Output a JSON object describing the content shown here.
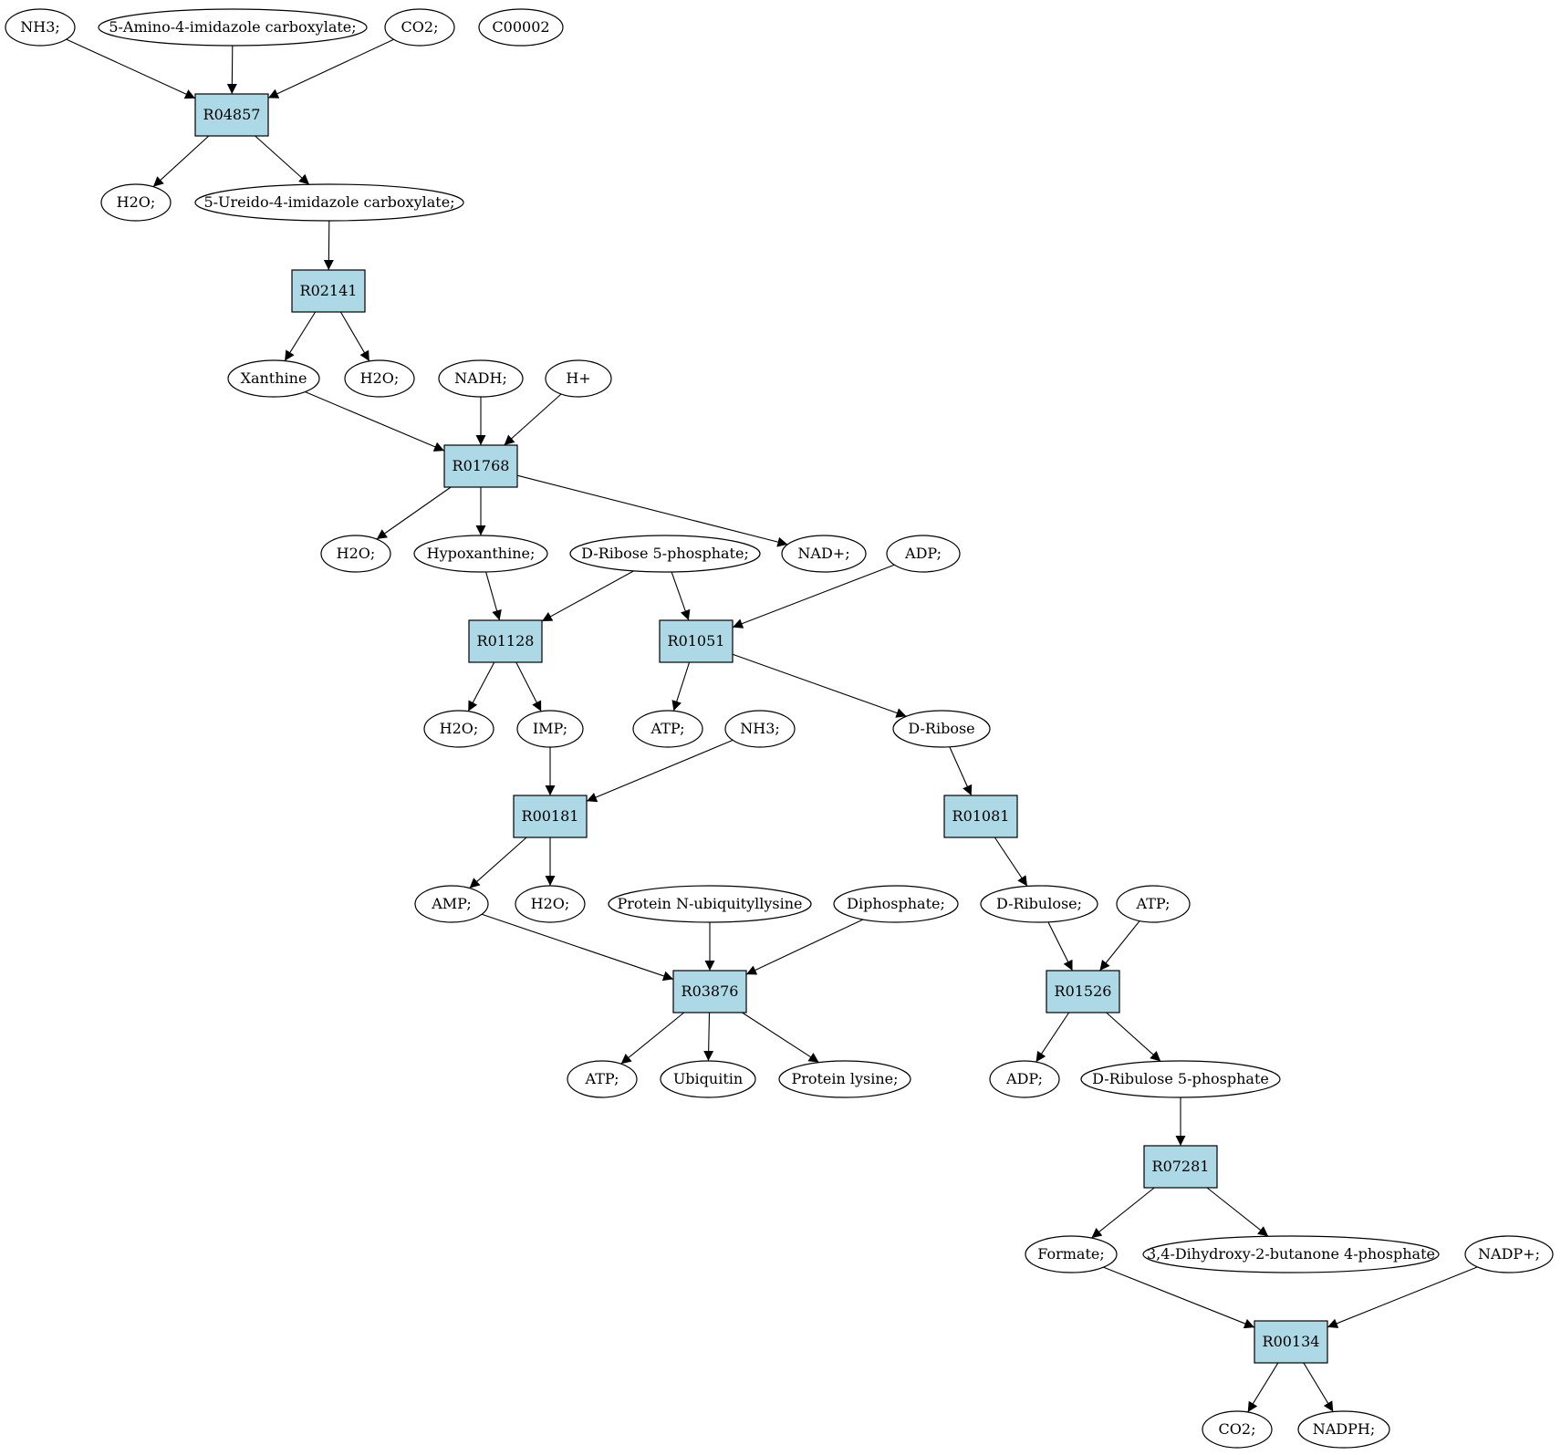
{
  "colors": {
    "reaction_fill": "#add8e6",
    "compound_fill": "#ffffff",
    "query_compound_fill": "#ffff00",
    "highlight_compound_fill": "#00ee00",
    "stroke": "#000000"
  },
  "compounds": [
    {
      "id": "c_nh3_a",
      "label": "NH3;"
    },
    {
      "id": "c_amino",
      "label": "5-Amino-4-imidazole carboxylate;"
    },
    {
      "id": "c_co2_a",
      "label": "CO2;"
    },
    {
      "id": "c_c00002",
      "label": "C00002",
      "fill": "#ffff00"
    },
    {
      "id": "c_h2o_a",
      "label": "H2O;"
    },
    {
      "id": "c_ureido",
      "label": "5-Ureido-4-imidazole carboxylate;"
    },
    {
      "id": "c_xanthine",
      "label": "Xanthine"
    },
    {
      "id": "c_h2o_b",
      "label": "H2O;"
    },
    {
      "id": "c_nadh",
      "label": "NADH;"
    },
    {
      "id": "c_hplus",
      "label": "H+"
    },
    {
      "id": "c_h2o_c",
      "label": "H2O;"
    },
    {
      "id": "c_hypox",
      "label": "Hypoxanthine;"
    },
    {
      "id": "c_r5p",
      "label": "D-Ribose 5-phosphate;",
      "fill": "#00ee00"
    },
    {
      "id": "c_nadplus",
      "label": "NAD+;"
    },
    {
      "id": "c_adp_a",
      "label": "ADP;"
    },
    {
      "id": "c_h2o_d",
      "label": "H2O;"
    },
    {
      "id": "c_imp",
      "label": "IMP;"
    },
    {
      "id": "c_atp_a",
      "label": "ATP;"
    },
    {
      "id": "c_nh3_b",
      "label": "NH3;"
    },
    {
      "id": "c_dribose",
      "label": "D-Ribose"
    },
    {
      "id": "c_amp",
      "label": "AMP;"
    },
    {
      "id": "c_h2o_e",
      "label": "H2O;"
    },
    {
      "id": "c_protub",
      "label": "Protein N-ubiquityllysine"
    },
    {
      "id": "c_diphos",
      "label": "Diphosphate;"
    },
    {
      "id": "c_dribulose",
      "label": "D-Ribulose;"
    },
    {
      "id": "c_atp_b",
      "label": "ATP;"
    },
    {
      "id": "c_atp_c",
      "label": "ATP;"
    },
    {
      "id": "c_ubiquitin",
      "label": "Ubiquitin"
    },
    {
      "id": "c_protlys",
      "label": "Protein lysine;"
    },
    {
      "id": "c_adp_b",
      "label": "ADP;"
    },
    {
      "id": "c_ru5p",
      "label": "D-Ribulose 5-phosphate"
    },
    {
      "id": "c_formate",
      "label": "Formate;"
    },
    {
      "id": "c_dhbp",
      "label": "3,4-Dihydroxy-2-butanone 4-phosphate"
    },
    {
      "id": "c_nadpplus",
      "label": "NADP+;"
    },
    {
      "id": "c_co2_b",
      "label": "CO2;"
    },
    {
      "id": "c_nadph",
      "label": "NADPH;"
    }
  ],
  "reactions": [
    {
      "id": "r_R04857",
      "label": "R04857"
    },
    {
      "id": "r_R02141",
      "label": "R02141"
    },
    {
      "id": "r_R01768",
      "label": "R01768"
    },
    {
      "id": "r_R01128",
      "label": "R01128"
    },
    {
      "id": "r_R01051",
      "label": "R01051"
    },
    {
      "id": "r_R00181",
      "label": "R00181"
    },
    {
      "id": "r_R01081",
      "label": "R01081"
    },
    {
      "id": "r_R03876",
      "label": "R03876"
    },
    {
      "id": "r_R01526",
      "label": "R01526"
    },
    {
      "id": "r_R07281",
      "label": "R07281"
    },
    {
      "id": "r_R00134",
      "label": "R00134"
    }
  ],
  "edges": [
    {
      "from": "c_nh3_a",
      "to": "r_R04857"
    },
    {
      "from": "c_amino",
      "to": "r_R04857"
    },
    {
      "from": "c_co2_a",
      "to": "r_R04857"
    },
    {
      "from": "r_R04857",
      "to": "c_h2o_a"
    },
    {
      "from": "r_R04857",
      "to": "c_ureido"
    },
    {
      "from": "c_ureido",
      "to": "r_R02141"
    },
    {
      "from": "r_R02141",
      "to": "c_xanthine"
    },
    {
      "from": "r_R02141",
      "to": "c_h2o_b"
    },
    {
      "from": "c_xanthine",
      "to": "r_R01768"
    },
    {
      "from": "c_nadh",
      "to": "r_R01768"
    },
    {
      "from": "c_hplus",
      "to": "r_R01768"
    },
    {
      "from": "r_R01768",
      "to": "c_h2o_c"
    },
    {
      "from": "r_R01768",
      "to": "c_hypox"
    },
    {
      "from": "r_R01768",
      "to": "c_nadplus"
    },
    {
      "from": "c_hypox",
      "to": "r_R01128"
    },
    {
      "from": "c_r5p",
      "to": "r_R01128"
    },
    {
      "from": "c_r5p",
      "to": "r_R01051"
    },
    {
      "from": "c_adp_a",
      "to": "r_R01051"
    },
    {
      "from": "r_R01128",
      "to": "c_h2o_d"
    },
    {
      "from": "r_R01128",
      "to": "c_imp"
    },
    {
      "from": "r_R01051",
      "to": "c_atp_a"
    },
    {
      "from": "r_R01051",
      "to": "c_dribose"
    },
    {
      "from": "c_imp",
      "to": "r_R00181"
    },
    {
      "from": "c_nh3_b",
      "to": "r_R00181"
    },
    {
      "from": "c_dribose",
      "to": "r_R01081"
    },
    {
      "from": "r_R00181",
      "to": "c_amp"
    },
    {
      "from": "r_R00181",
      "to": "c_h2o_e"
    },
    {
      "from": "r_R01081",
      "to": "c_dribulose"
    },
    {
      "from": "c_amp",
      "to": "r_R03876"
    },
    {
      "from": "c_protub",
      "to": "r_R03876"
    },
    {
      "from": "c_diphos",
      "to": "r_R03876"
    },
    {
      "from": "c_dribulose",
      "to": "r_R01526"
    },
    {
      "from": "c_atp_b",
      "to": "r_R01526"
    },
    {
      "from": "r_R03876",
      "to": "c_atp_c"
    },
    {
      "from": "r_R03876",
      "to": "c_ubiquitin"
    },
    {
      "from": "r_R03876",
      "to": "c_protlys"
    },
    {
      "from": "r_R01526",
      "to": "c_adp_b"
    },
    {
      "from": "r_R01526",
      "to": "c_ru5p"
    },
    {
      "from": "c_ru5p",
      "to": "r_R07281"
    },
    {
      "from": "r_R07281",
      "to": "c_formate"
    },
    {
      "from": "r_R07281",
      "to": "c_dhbp"
    },
    {
      "from": "c_formate",
      "to": "r_R00134"
    },
    {
      "from": "c_nadpplus",
      "to": "r_R00134"
    },
    {
      "from": "r_R00134",
      "to": "c_co2_b"
    },
    {
      "from": "r_R00134",
      "to": "c_nadph"
    }
  ]
}
